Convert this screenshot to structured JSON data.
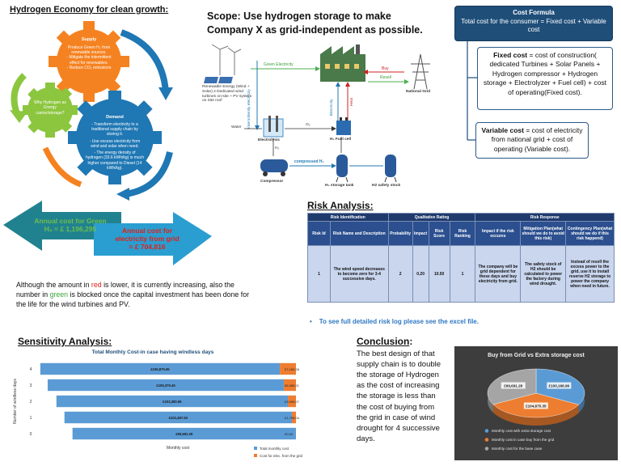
{
  "main_title": "Hydrogen Economy for clean growth:",
  "gears": {
    "supply": {
      "title": "Supply",
      "lines": [
        "Produce Green H₂ from renewable sources.",
        "- Mitigate the intermittent effect for renewables.",
        "- Reduce CO₂ emissions"
      ]
    },
    "why": {
      "lines": [
        "Why Hydrogen as Energy carrier/storage?"
      ]
    },
    "demand": {
      "title": "Demand",
      "lines": [
        "- Transform electricity to a traditional supply chain by storing it.",
        "- Use excess electricity from wind and solar when need.",
        "- The energy density of hydrogen (33.6 kWh/kg) is much higher compared to Diesel (14 kWh/kg)."
      ]
    }
  },
  "scope_title": "Scope: Use hydrogen storage to make Company X as grid-independent as possible.",
  "process": {
    "renewable_label": "Renewable Energy (Wind + Solar) 2 Dedicated wind turbines on-site + PV system on Site roof",
    "green_electricity": "Green Electricity",
    "buy": "Buy",
    "resell": "Resell",
    "national_grid": "National Grid",
    "intermittency": "Intermittently electricity",
    "electricity": "Electricity",
    "heat": "Heat",
    "water": "Water",
    "o2": "O₂",
    "h2": "H₂",
    "electrolysis": "Electrolysis",
    "fuel_cell": "H₂ Fuel cell",
    "compressor": "Compressor",
    "compressed_h2": "compressed H₂",
    "storage_tank": "H₂ storage tank",
    "safety_stock": "H2 safety stock"
  },
  "cost_formula": {
    "title": "Cost Formula",
    "summary": "Total cost for the consumer = Fixed cost + Variable cost",
    "fixed_label": "Fixed cost",
    "fixed_text": " = cost of construction( dedicated Turbines + Solar Panels + Hydrogen compressor + Hydrogen storage + Electrolyzer + Fuel cell) + cost of operating(Fixed cost).",
    "variable_label": "Variable cost",
    "variable_text": " = cost of electricity from national grid + cost of operating (Variable cost)."
  },
  "annual": {
    "green_line1": "Annual cost for Green",
    "green_line2": "H₂ = £ 1,196,295",
    "red_line1": "Annual cost for",
    "red_line2": "electricity from grid",
    "red_line3": "= £ 704,816"
  },
  "note": {
    "p1": "Although the amount in ",
    "red": "red",
    "p2": " is lower, it is currently increasing, also the number in ",
    "green": "green",
    "p3": " is blocked once the capital investment has been done for the life for the wind turbines and PV."
  },
  "risk": {
    "title": "Risk Analysis:",
    "groups": [
      "Risk Identification",
      "Qualitative Rating",
      "Risk Response"
    ],
    "columns": [
      "Risk Id",
      "Risk Name and Description",
      "Probability",
      "Impact",
      "Risk Score",
      "Risk Ranking",
      "Impact if the risk occures",
      "Mitigation Plan(what should we do to avoid this risk)",
      "Contingency Plan(what should we do if this risk happend)"
    ],
    "row": [
      "1",
      "The wind speed decreases to become zero for 3-4 successive days.",
      "2",
      "0.20",
      "10.50",
      "1",
      "The company will be grid dependent for these days and buy electricity from grid.",
      "The safety stock of H2 should be calculated to power the factory during wind drought.",
      "Instead of resell the excess power to the grid, use it to install reserve H2 storage to power the company when need in future."
    ],
    "note": "To see full detailed risk log please see the excel file."
  },
  "sensitivity_title": "Sensitivity Analysis:",
  "conclusion": {
    "title": "Conclusion",
    "colon": ":",
    "text": "The best design of that supply chain is to double the storage of Hydrogen as the cost of increasing the storage is less than the cost of buying from the grid in case of wind drought for 4 successive days."
  },
  "chart_data": [
    {
      "type": "bar",
      "title": "Total Monthly Cost-in case having windless days",
      "xlabel": "Monthly cost",
      "ylabel": "Number of windless days",
      "categories": [
        "4",
        "3",
        "2",
        "1",
        "0"
      ],
      "series": [
        {
          "name": "Total monthly cost",
          "color": "#5b9bd5",
          "values": [
            106875.65,
            105379.45,
            103280.96,
            101487.53,
            99691.28
          ],
          "labels": [
            "£106,875.65",
            "£105,379.45",
            "£103,280.96",
            "£101,487.53",
            "£99,691.28"
          ]
        },
        {
          "name": "Cost for elec. from the grid",
          "color": "#ed7d31",
          "values": [
            7180.28,
            5385.21,
            3590.07,
            1795.04,
            0
          ],
          "labels": [
            "£7,180.28",
            "£5,385.21",
            "£3,590.07",
            "£1,795.04",
            "£0.00"
          ]
        }
      ]
    },
    {
      "type": "pie",
      "title": "Buy from Grid vs Extra storage cost",
      "slices": [
        {
          "name": "Monthly cost with extra storage cost",
          "value": 100166.99,
          "label": "£100,166.99",
          "color": "#5b9bd5"
        },
        {
          "name": "Monthly cost in case buy from the grid",
          "value": 104875.35,
          "label": "£104,875.35",
          "color": "#ed7d31"
        },
        {
          "name": "Monthly cost for the base case",
          "value": 99691.28,
          "label": "£99,691.28",
          "color": "#a5a5a5"
        }
      ]
    }
  ]
}
